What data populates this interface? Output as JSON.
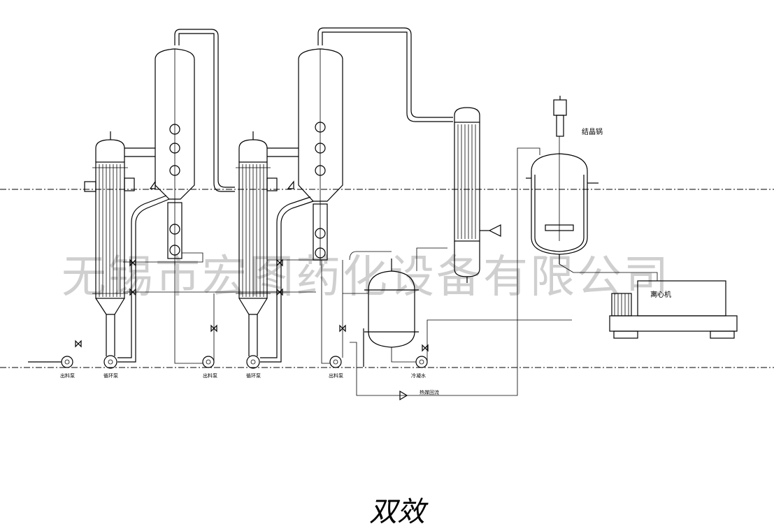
{
  "watermark": "无锡市宏图药化设备有限公司",
  "caption": "双效",
  "labels": {
    "crystallizer": "结晶锅",
    "centrifuge": "离心机",
    "pump_a": "出料泵",
    "pump_b": "循环泵",
    "pump_c": "出料泵",
    "pump_d": "循环泵",
    "pump_e": "出料泵",
    "pump_f": "冷凝水",
    "return_line": "热媒回流"
  },
  "colors": {
    "line": "#000000",
    "watermark": "#cfcfcf",
    "background": "#ffffff"
  }
}
